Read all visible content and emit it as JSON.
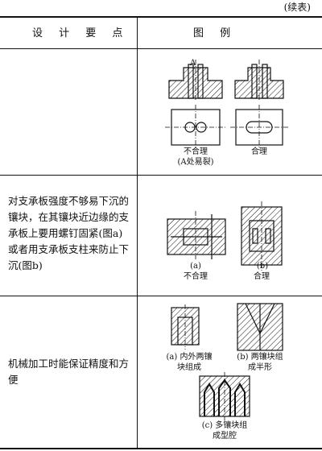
{
  "continued": "(续表)",
  "header": {
    "col1": "设 计 要 点",
    "col2": "图 例"
  },
  "rows": [
    {
      "text": "",
      "captions": [
        "不合理",
        "(A处易裂)",
        "合理"
      ],
      "label_a": "A"
    },
    {
      "text": "对支承板强度不够易下沉的镶块，在其镶块近边缘的支承板上要用螺钉固紧(图a)或者用支承板支柱来防止下沉(图b)",
      "captions": [
        "(a)",
        "不合理",
        "(b)",
        "合理"
      ]
    },
    {
      "text": "机械加工时能保证精度和方便",
      "captions": [
        "(a) 内外两镶",
        "块组成",
        "(b) 两镶块组",
        "成半形",
        "(c) 多镶块组",
        "成型腔"
      ]
    }
  ]
}
